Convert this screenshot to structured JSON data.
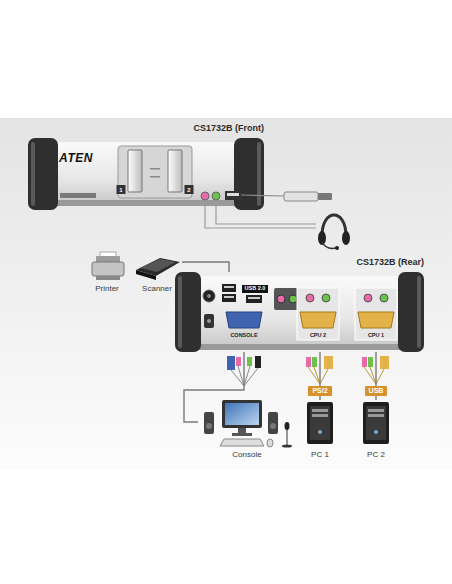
{
  "diagram": {
    "nodes": [
      {
        "text": [
          "CS1732B (Front)"
        ]
      },
      {
        "text": [
          "CS1732B (Rear)"
        ]
      },
      {
        "text": [
          "Printer"
        ]
      },
      {
        "text": [
          "Scanner"
        ]
      },
      {
        "text": [
          "Console"
        ]
      },
      {
        "text": [
          "PC 1"
        ]
      },
      {
        "text": [
          "PC 2"
        ]
      },
      {
        "text": [
          "PS/2"
        ]
      },
      {
        "text": [
          "USB"
        ]
      }
    ],
    "edges": [
      {
        "from": 1,
        "to": 3,
        "arrow": "none"
      },
      {
        "from": 1,
        "to": 4,
        "arrow": "none"
      },
      {
        "from": 1,
        "to": 7,
        "arrow": "none"
      },
      {
        "from": 7,
        "to": 5,
        "arrow": "none"
      },
      {
        "from": 1,
        "to": 8,
        "arrow": "none"
      },
      {
        "from": 8,
        "to": 6,
        "arrow": "none"
      }
    ],
    "labels": [
      "ATEN",
      "1",
      "2",
      "USB 2.0",
      "CONSOLE",
      "CPU 2",
      "CPU 1"
    ]
  }
}
